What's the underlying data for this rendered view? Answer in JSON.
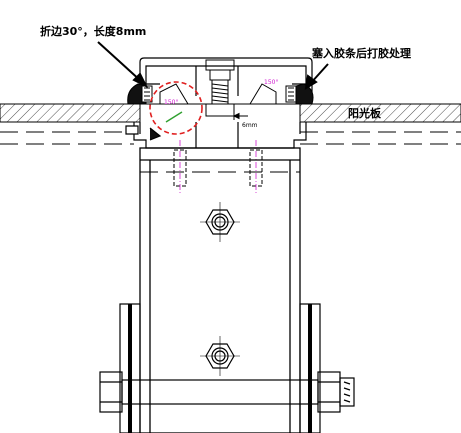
{
  "annotations": {
    "fold_note": "折边30°，长度8mm",
    "glue_note": "塞入胶条后打胶处理",
    "panel_label": "阳光板",
    "gap_dimension": "6mm",
    "angle_left": "150°",
    "angle_right": "150°"
  },
  "colors": {
    "line": "#000000",
    "highlight_circle": "#e02020",
    "angle_mark": "#d01cd0",
    "fold_mark": "#30a030"
  }
}
